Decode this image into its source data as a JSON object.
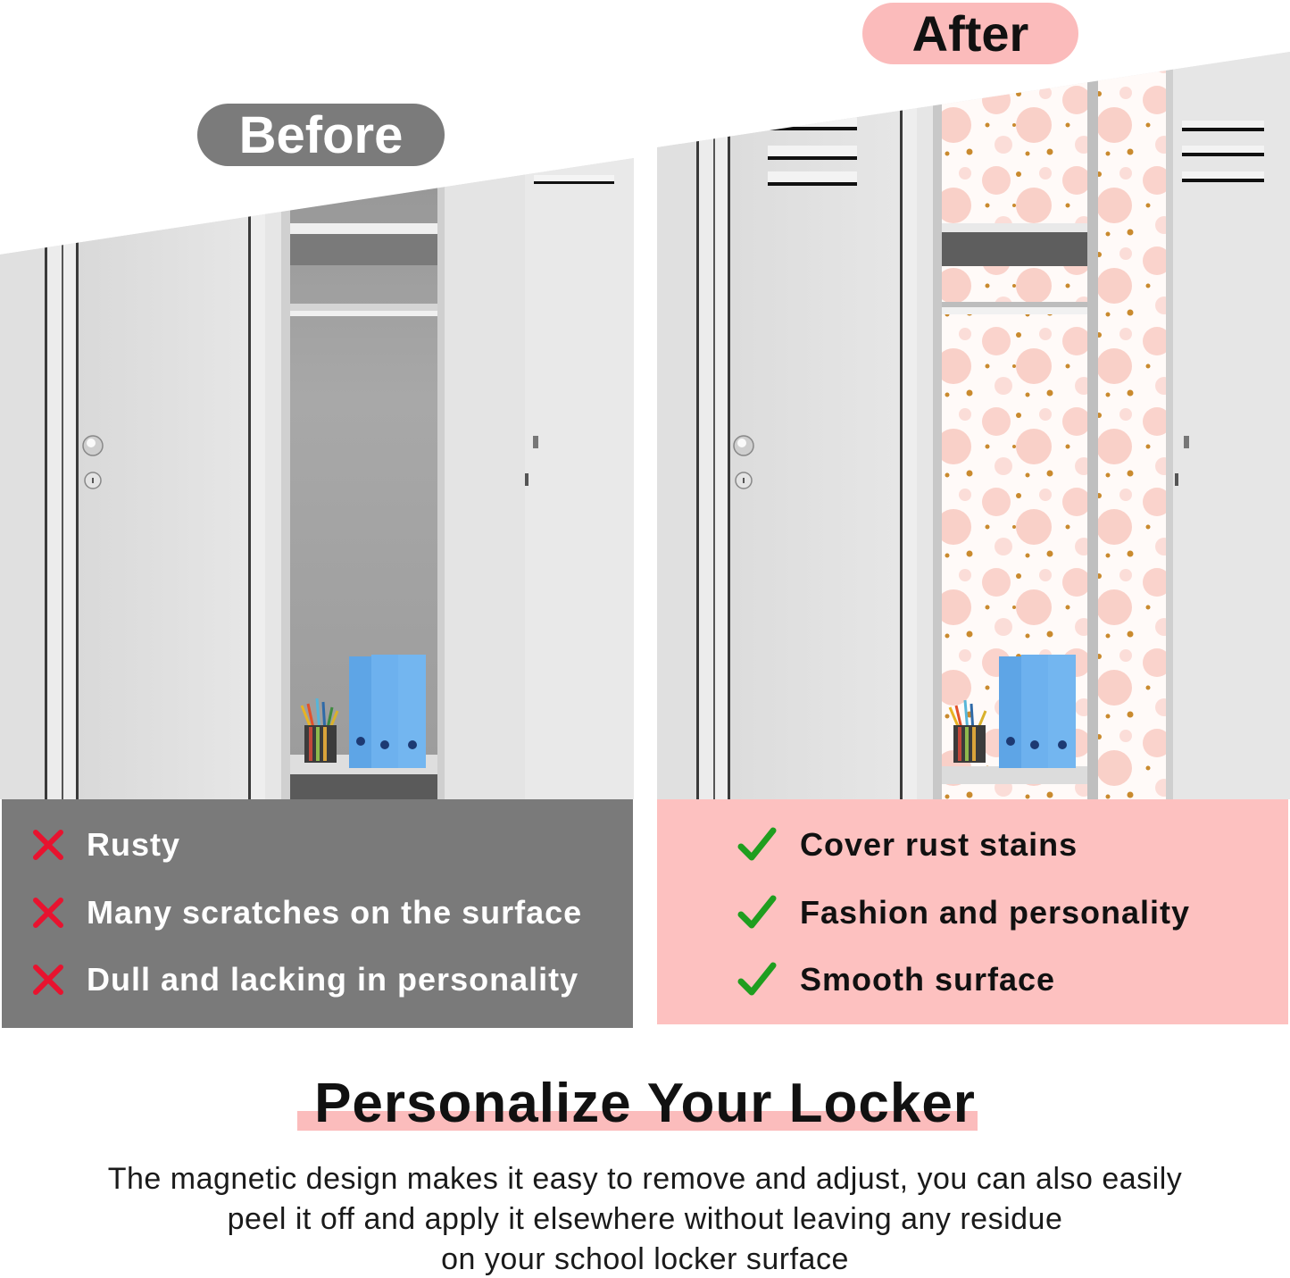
{
  "before": {
    "badge": "Before",
    "badge_color": "#7b7b7b",
    "box_color": "#7a7a7a",
    "icon": "x-mark-icon",
    "icon_color": "#e8132f",
    "items": [
      {
        "label": "Rusty"
      },
      {
        "label": "Many scratches on the surface"
      },
      {
        "label": "Dull and lacking in personality"
      }
    ]
  },
  "after": {
    "badge": "After",
    "badge_color": "#fbbbbb",
    "box_color": "#fdc1c0",
    "icon": "check-mark-icon",
    "icon_color": "#1f9e1f",
    "items": [
      {
        "label": "Cover rust stains"
      },
      {
        "label": "Fashion and personality"
      },
      {
        "label": "Smooth surface"
      }
    ]
  },
  "headline": "Personalize Your Locker",
  "headline_highlight_color": "#fbbcbc",
  "description": {
    "lines": [
      "The magnetic design makes it easy to remove and adjust, you can also easily",
      "peel it off and apply it elsewhere without leaving any residue",
      "on your school locker surface"
    ]
  }
}
